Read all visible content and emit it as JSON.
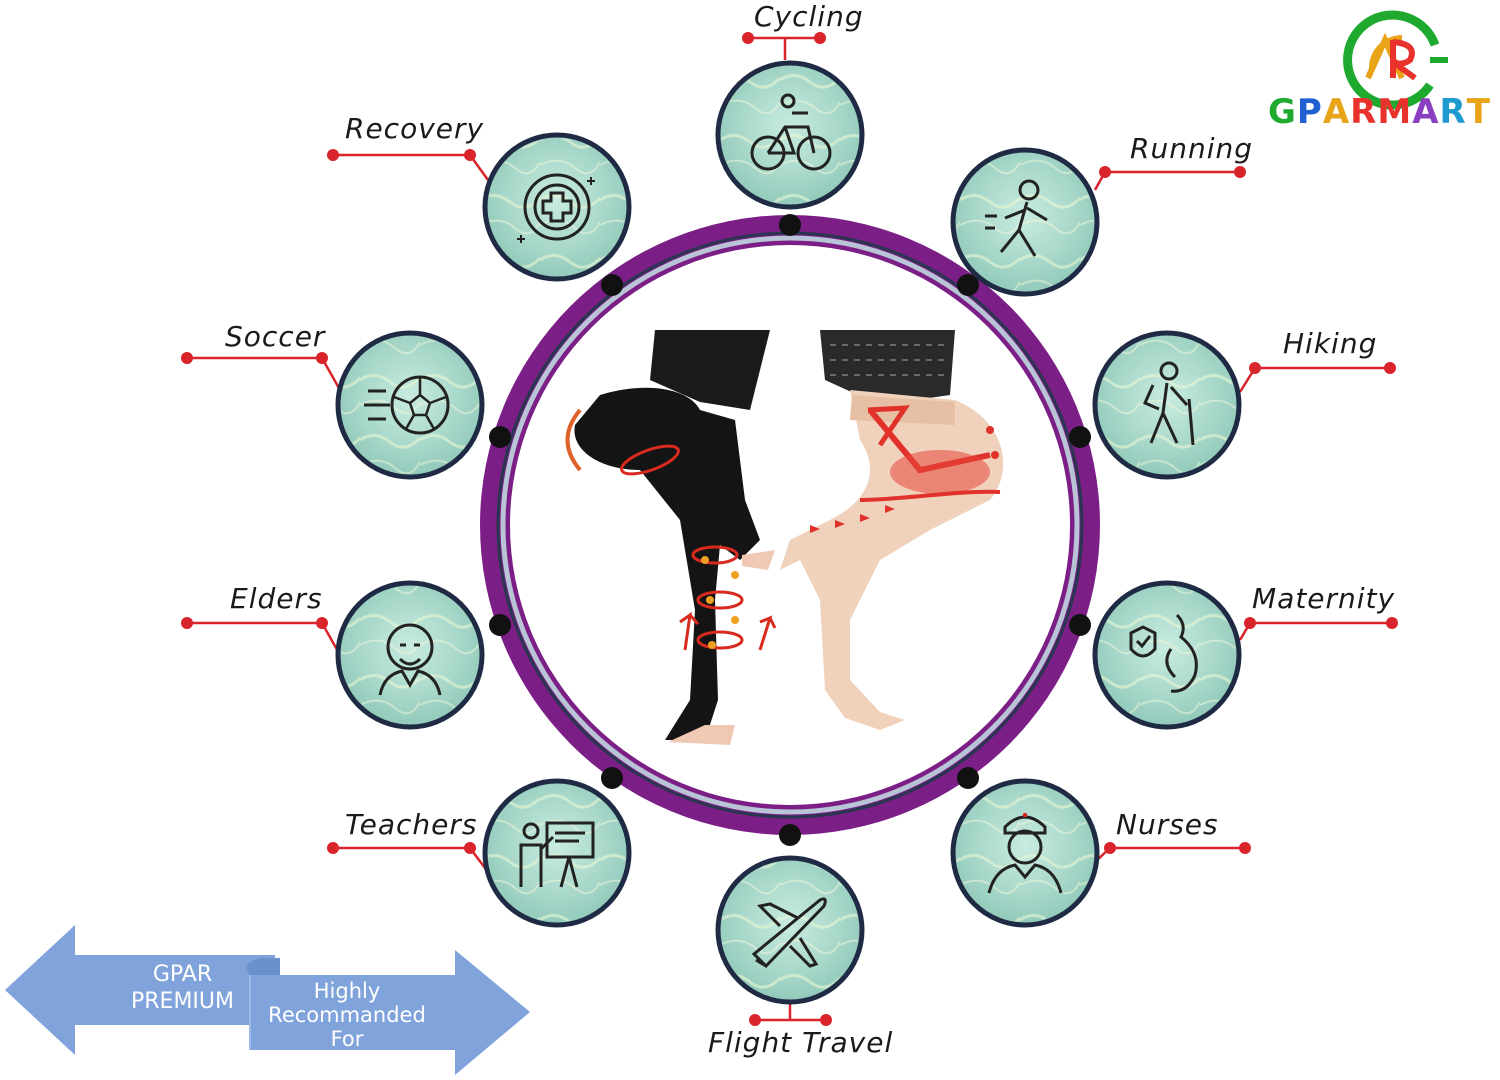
{
  "logo": {
    "brand_letters": [
      "G",
      "P",
      "A",
      "R",
      "M",
      "A",
      "R",
      "T"
    ],
    "brand_colors": [
      "#1faa2f",
      "#1f5fd0",
      "#e8a317",
      "#e8322b",
      "#e8322b",
      "#8a3fc0",
      "#1f9ad0",
      "#e8a317"
    ],
    "monogram": "AR",
    "monogram_colors": [
      "#e8a317",
      "#e8322b",
      "#1faa2f"
    ]
  },
  "uses": [
    {
      "id": "cycling",
      "label": "Cycling",
      "icon": "bicycle-icon"
    },
    {
      "id": "running",
      "label": "Running",
      "icon": "runner-icon"
    },
    {
      "id": "hiking",
      "label": "Hiking",
      "icon": "hiker-icon"
    },
    {
      "id": "maternity",
      "label": "Maternity",
      "icon": "pregnant-woman-icon"
    },
    {
      "id": "nurses",
      "label": "Nurses",
      "icon": "nurse-icon"
    },
    {
      "id": "flight-travel",
      "label": "Flight  Travel",
      "icon": "airplane-icon"
    },
    {
      "id": "teachers",
      "label": "Teachers",
      "icon": "teacher-icon"
    },
    {
      "id": "elders",
      "label": "Elders",
      "icon": "elder-icon"
    },
    {
      "id": "soccer",
      "label": "Soccer",
      "icon": "soccer-ball-icon"
    },
    {
      "id": "recovery",
      "label": "Recovery",
      "icon": "medical-cross-icon"
    }
  ],
  "banner": {
    "left_line1": "GPAR",
    "left_line2": "PREMIUM",
    "right_line1": "Highly",
    "right_line2": "Recommanded",
    "right_line3": "For"
  },
  "colors": {
    "ring": "#7b1f86",
    "ring_edge": "#1f2a44",
    "bubble_border": "#1f2a44",
    "bubble_fill": "#a9d9cc",
    "connector": "#d8242a",
    "banner": "#7fa3da",
    "stocking_black": "#141414",
    "stocking_beige": "#f0d2bc"
  }
}
